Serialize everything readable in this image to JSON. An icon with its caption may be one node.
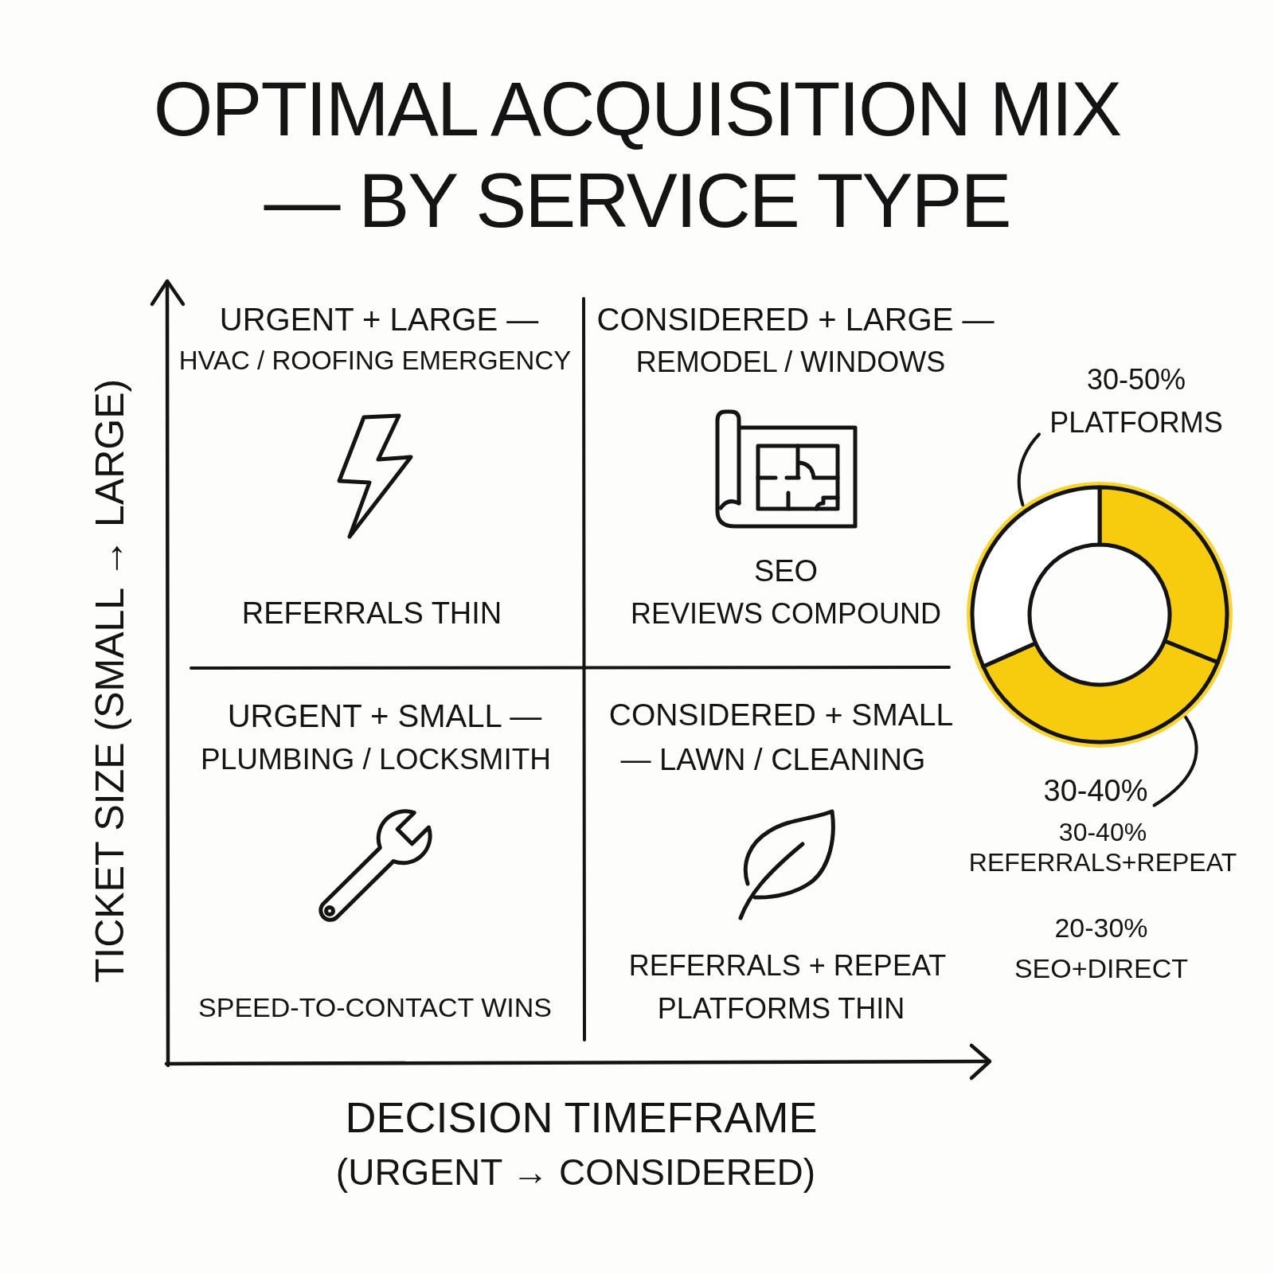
{
  "diagram": {
    "title": "OPTIMAL ACQUISITION MIX — BY SERVICE TYPE",
    "nodes": [
      {
        "text": [
          "30-50% PLATFORMS"
        ]
      },
      {
        "text": [],
        "shape": "ring"
      },
      {
        "text": [
          "30-40%"
        ]
      }
    ],
    "edges": [
      {
        "from": 0,
        "to": 1,
        "arrow": "none"
      },
      {
        "from": 2,
        "to": 1,
        "arrow": "none"
      }
    ],
    "labels": [
      "TICKET SIZE (SMALL → LARGE)",
      "URGENT + LARGE —",
      "HVAC / ROOFING EMERGENCY",
      "CONSIDERED + LARGE —",
      "REMODEL / WINDOWS",
      "REFERRALS THIN",
      "SEO",
      "REVIEWS COMPOUND",
      "URGENT + SMALL —",
      "PLUMBING / LOCKSMITH",
      "CONSIDERED + SMALL",
      "— LAWN / CLEANING",
      "SPEED-TO-CONTACT WINS",
      "REFERRALS + REPEAT",
      "PLATFORMS THIN",
      "30-40% REFERRALS+REPEAT",
      "20-30% SEO+DIRECT",
      "DECISION TIMEFRAME",
      "(URGENT → CONSIDERED)"
    ]
  }
}
